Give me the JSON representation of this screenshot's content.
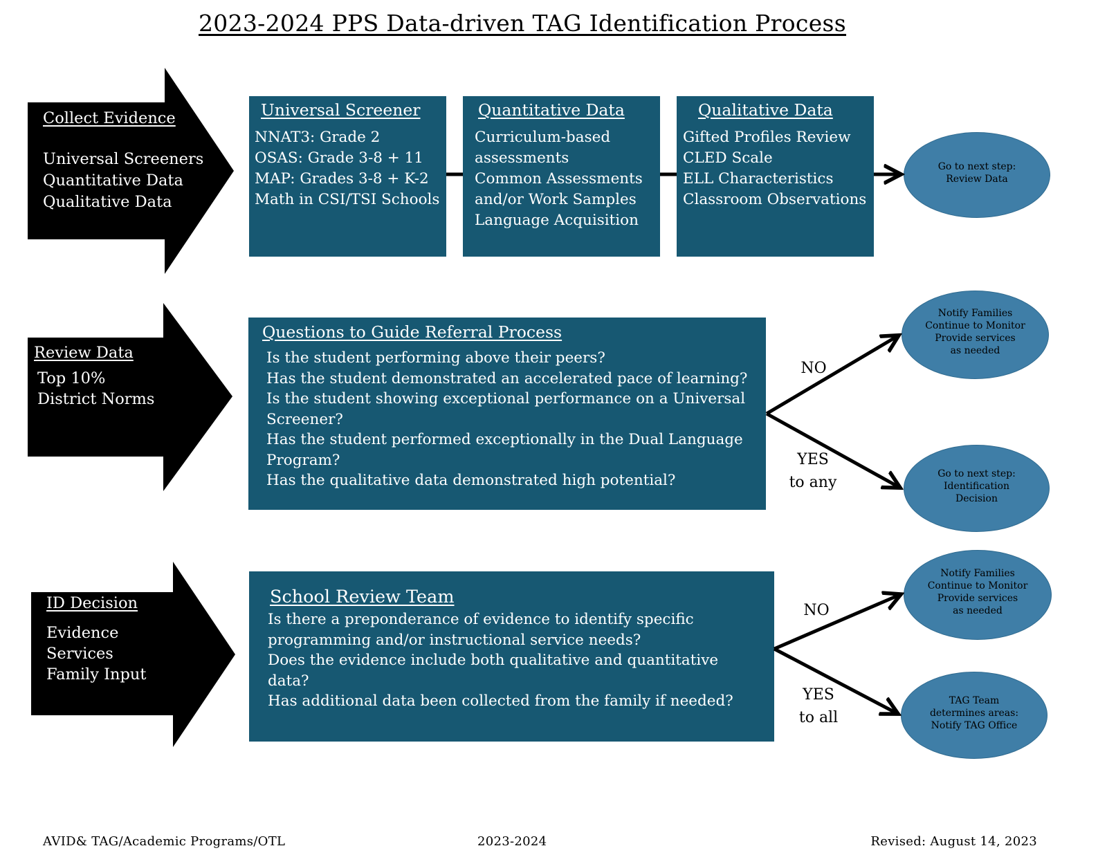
{
  "title": "2023-2024 PPS Data-driven TAG Identification Process",
  "rows": {
    "collect": {
      "arrow": {
        "heading": "Collect Evidence",
        "items": [
          "Universal Screeners",
          "Quantitative Data",
          "Qualitative Data"
        ]
      },
      "boxes": [
        {
          "heading": "Universal Screener",
          "lines": [
            "NNAT3: Grade 2",
            "OSAS: Grade 3-8 + 11",
            "MAP: Grades 3-8 + K-2",
            "Math in CSI/TSI Schools"
          ]
        },
        {
          "heading": "Quantitative Data",
          "lines": [
            "Curriculum-based",
            "assessments",
            "Common Assessments",
            "and/or Work Samples",
            "Language Acquisition"
          ]
        },
        {
          "heading": "Qualitative Data",
          "lines": [
            "Gifted Profiles Review",
            "CLED Scale",
            "ELL Characteristics",
            "Classroom Observations"
          ]
        }
      ],
      "oval": [
        "Go to next step:",
        "Review Data"
      ]
    },
    "review": {
      "arrow": {
        "heading": "Review Data",
        "items": [
          "Top 10%",
          "District Norms"
        ]
      },
      "box": {
        "heading": "Questions to Guide Referral Process",
        "lines": [
          "Is the student performing above their peers?",
          "Has the student demonstrated an accelerated pace of learning?",
          "Is the student showing exceptional performance on a Universal Screener?",
          "Has the student performed exceptionally in the Dual Language Program?",
          "Has the qualitative data demonstrated high potential?"
        ]
      },
      "no_label": "NO",
      "yes_label": [
        "YES",
        "to any"
      ],
      "no_oval": [
        "Notify Families",
        "Continue to Monitor",
        "Provide services",
        "as needed"
      ],
      "yes_oval": [
        "Go to next step:",
        "Identification",
        "Decision"
      ]
    },
    "decision": {
      "arrow": {
        "heading": "ID Decision",
        "items": [
          "Evidence",
          "Services",
          "Family Input"
        ]
      },
      "box": {
        "heading": "School Review Team",
        "lines": [
          "Is there a preponderance of evidence to identify specific programming and/or instructional service needs?",
          "Does the evidence include both qualitative and quantitative data?",
          "Has additional data been collected from the family if needed?"
        ]
      },
      "no_label": "NO",
      "yes_label": [
        "YES",
        "to all"
      ],
      "no_oval": [
        "Notify Families",
        "Continue to Monitor",
        "Provide services",
        "as needed"
      ],
      "yes_oval": [
        "TAG Team",
        "determines areas:",
        "Notify TAG Office"
      ]
    }
  },
  "footer": {
    "left": "AVID& TAG/Academic Programs/OTL",
    "center": "2023-2024",
    "right": "Revised: August 14, 2023"
  }
}
